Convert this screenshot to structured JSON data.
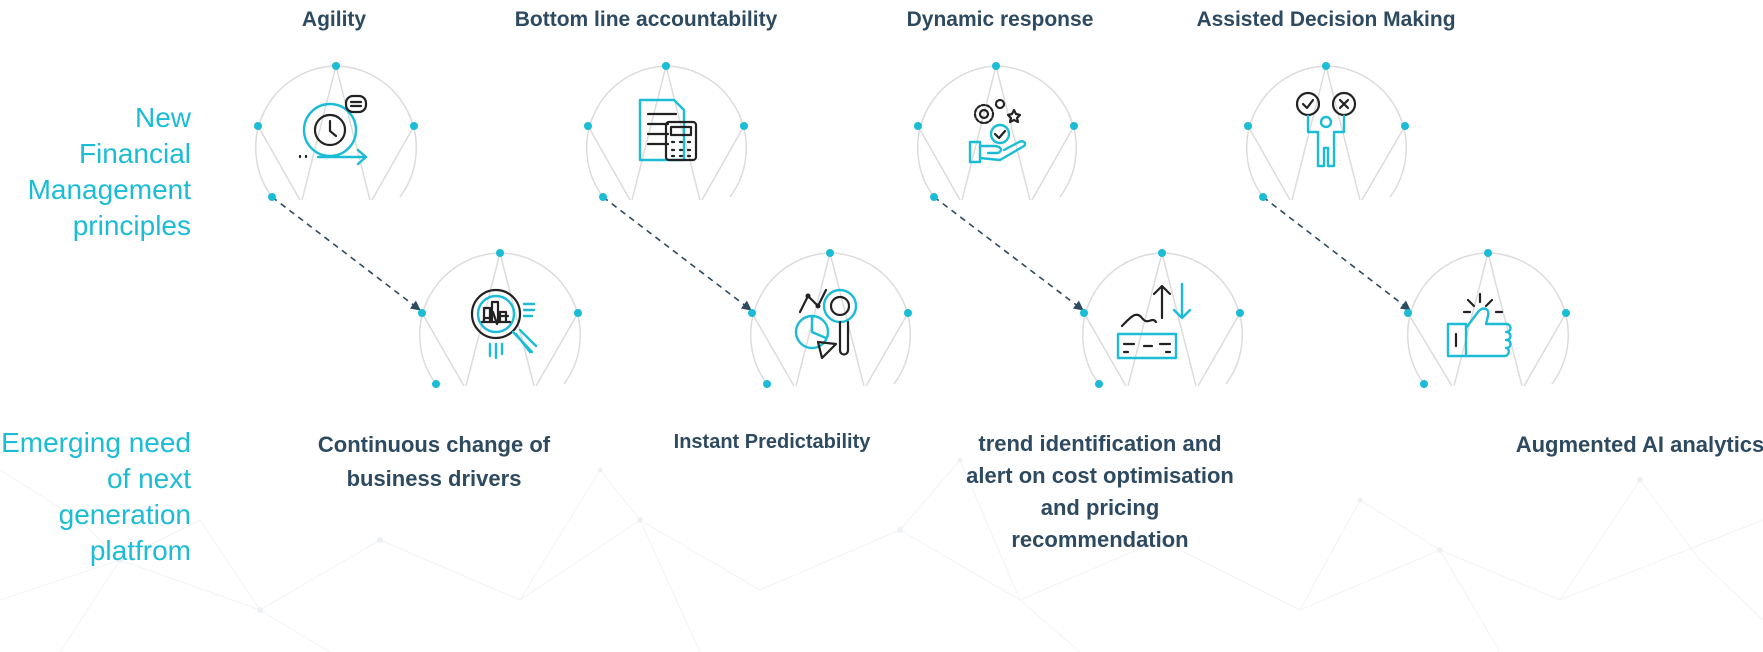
{
  "row_labels": {
    "top": "New\nFinancial\nManagement\nprinciples",
    "bottom": "Emerging need\nof next\ngeneration\nplatfrom"
  },
  "principles": [
    {
      "title": "Agility",
      "icon": "stopwatch-arrow-icon"
    },
    {
      "title": "Bottom line accountability",
      "icon": "calculator-document-icon"
    },
    {
      "title": "Dynamic response",
      "icon": "gears-hand-icon"
    },
    {
      "title": "Assisted Decision Making",
      "icon": "person-check-cross-icon"
    }
  ],
  "needs": [
    {
      "title": "Continuous change of business drivers",
      "icon": "magnifier-chart-icon"
    },
    {
      "title": "Instant Predictability",
      "icon": "pie-chart-magnifier-icon"
    },
    {
      "title": "trend identification and alert on cost optimisation and pricing recommendation",
      "icon": "vr-trend-arrows-icon"
    },
    {
      "title": "Augmented  AI analytics",
      "icon": "thumbs-up-icon"
    }
  ],
  "colors": {
    "accent": "#1bbcd6",
    "title": "#2e4a60",
    "arc": "#d9d9d9",
    "connector": "#2e4a60"
  }
}
